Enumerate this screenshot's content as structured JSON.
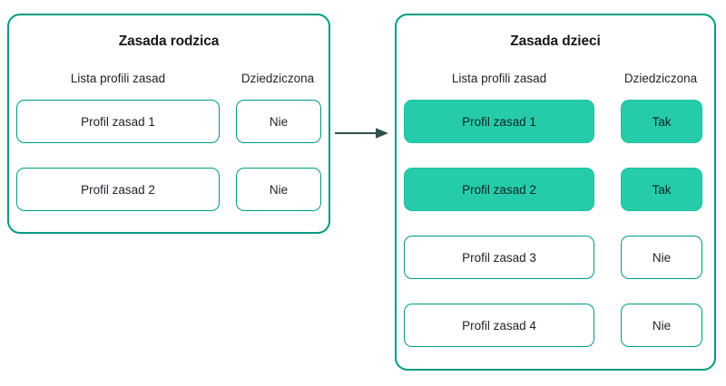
{
  "diagram": {
    "arrow": {
      "icon": "arrow-right-icon",
      "color": "#2f4f4a",
      "direction": "left-to-right"
    },
    "colors": {
      "panel_border": "#009b82",
      "cell_border": "#009b82",
      "cell_fill_inherited": "#26ccaa",
      "text": "#20232a",
      "title_text": "#16191c",
      "background": "#ffffff",
      "arrow": "#2f4f4a"
    },
    "panels": [
      {
        "id": "parent",
        "title": "Zasada rodzica",
        "headers": {
          "profiles": "Lista profili zasad",
          "inherited": "Dziedziczona"
        },
        "rows": [
          {
            "profile": "Profil zasad 1",
            "inherited": "Nie",
            "highlighted": false
          },
          {
            "profile": "Profil zasad 2",
            "inherited": "Nie",
            "highlighted": false
          }
        ]
      },
      {
        "id": "child",
        "title": "Zasada dzieci",
        "headers": {
          "profiles": "Lista profili zasad",
          "inherited": "Dziedziczona"
        },
        "rows": [
          {
            "profile": "Profil zasad 1",
            "inherited": "Tak",
            "highlighted": true
          },
          {
            "profile": "Profil zasad 2",
            "inherited": "Tak",
            "highlighted": true
          },
          {
            "profile": "Profil zasad 3",
            "inherited": "Nie",
            "highlighted": false
          },
          {
            "profile": "Profil zasad 4",
            "inherited": "Nie",
            "highlighted": false
          }
        ]
      }
    ]
  }
}
